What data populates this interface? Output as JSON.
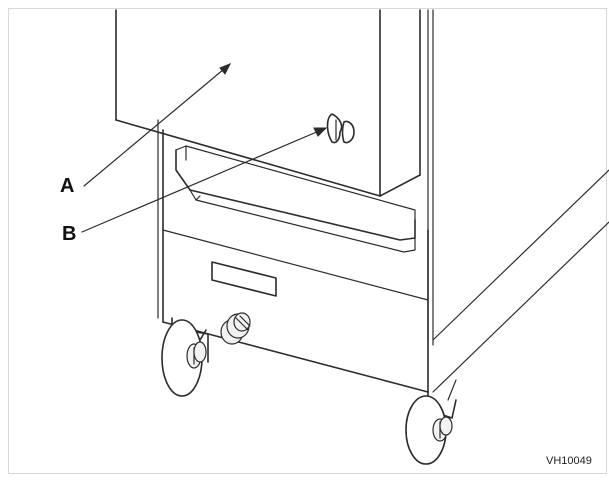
{
  "figure": {
    "callouts": [
      {
        "id": "A",
        "label": "A"
      },
      {
        "id": "B",
        "label": "B"
      }
    ],
    "figure_code": "VH10049"
  },
  "colors": {
    "line": "#2c2c2c",
    "background": "#ffffff",
    "frame": "#d8d8d8"
  }
}
